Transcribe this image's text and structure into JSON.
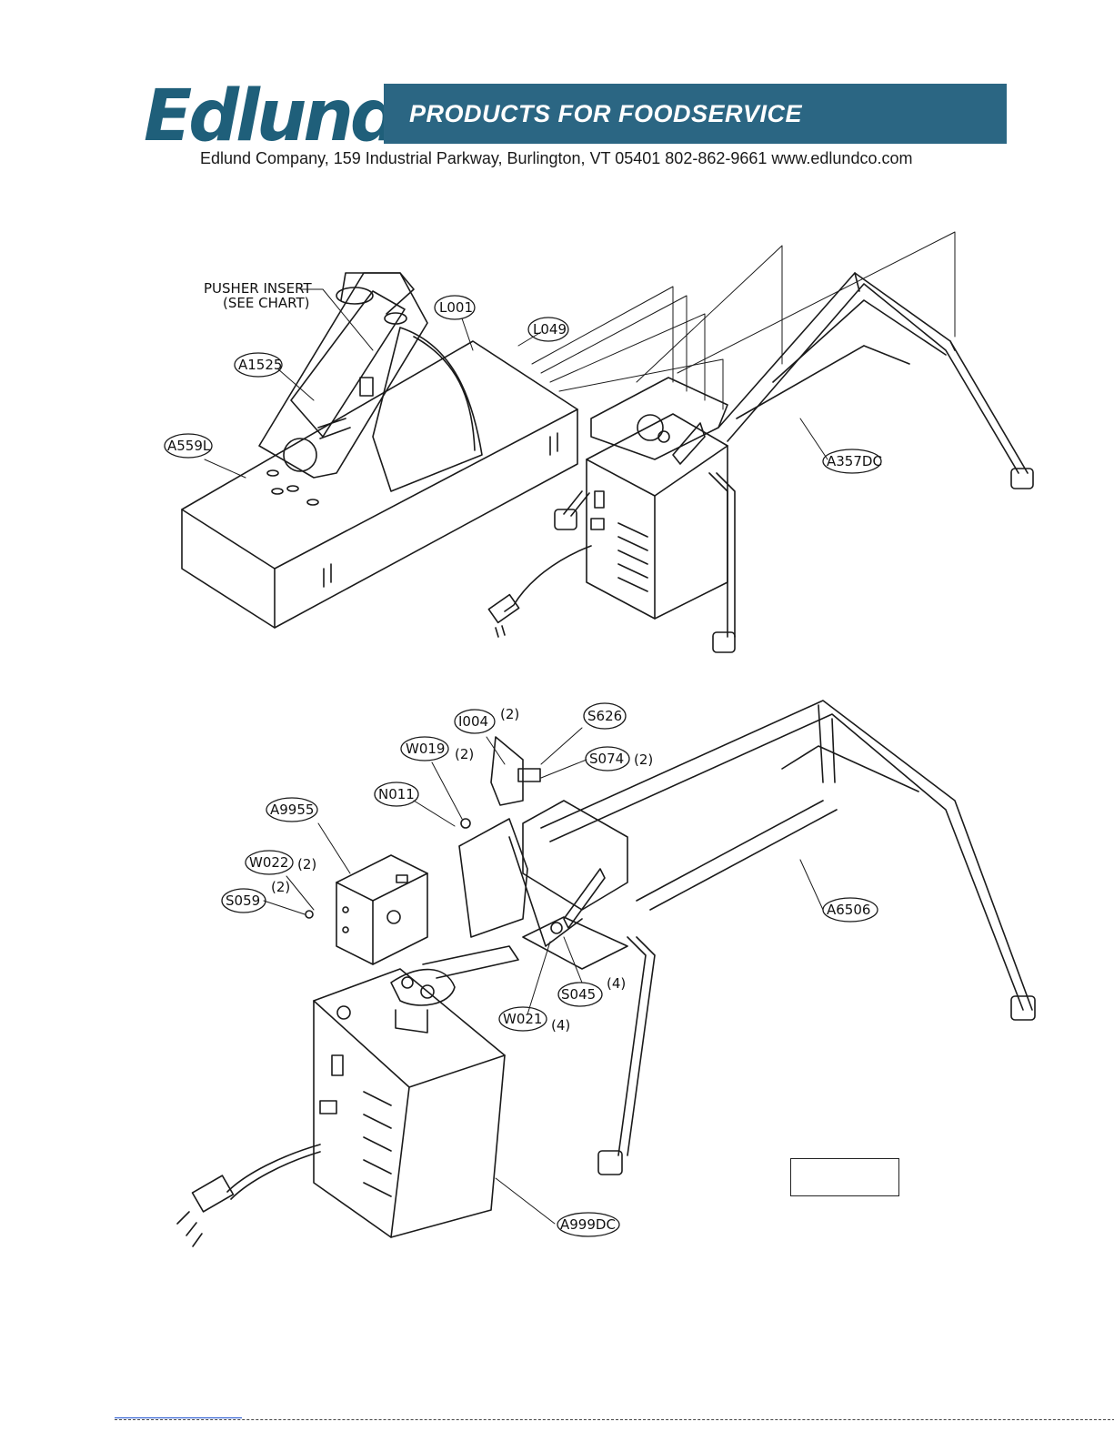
{
  "header": {
    "brand": "Edlund",
    "banner": "PRODUCTS FOR FOODSERVICE",
    "address": "Edlund Company, 159 Industrial Parkway, Burlington, VT  05401  802-862-9661     www.edlundco.com"
  },
  "top_assembly": {
    "labels": {
      "pusher_insert_1": "PUSHER INSERT",
      "pusher_insert_2": "(SEE CHART)",
      "L001": "L001",
      "L049": "L049",
      "A1525": "A1525",
      "A559L": "A559L",
      "A357DC": "A357DC"
    }
  },
  "bottom_assembly": {
    "labels": {
      "I004": "I004",
      "I004_qty": "(2)",
      "S626": "S626",
      "W019": "W019",
      "W019_qty": "(2)",
      "S074": "S074",
      "S074_qty": "(2)",
      "N011": "N011",
      "A9955": "A9955",
      "W022": "W022",
      "W022_qty": "(2)",
      "S059": "S059",
      "S059_qty": "(2)",
      "A6506": "A6506",
      "S045": "S045",
      "S045_qty": "(4)",
      "W021": "W021",
      "W021_qty": "(4)",
      "A999DC": "A999DC"
    }
  }
}
